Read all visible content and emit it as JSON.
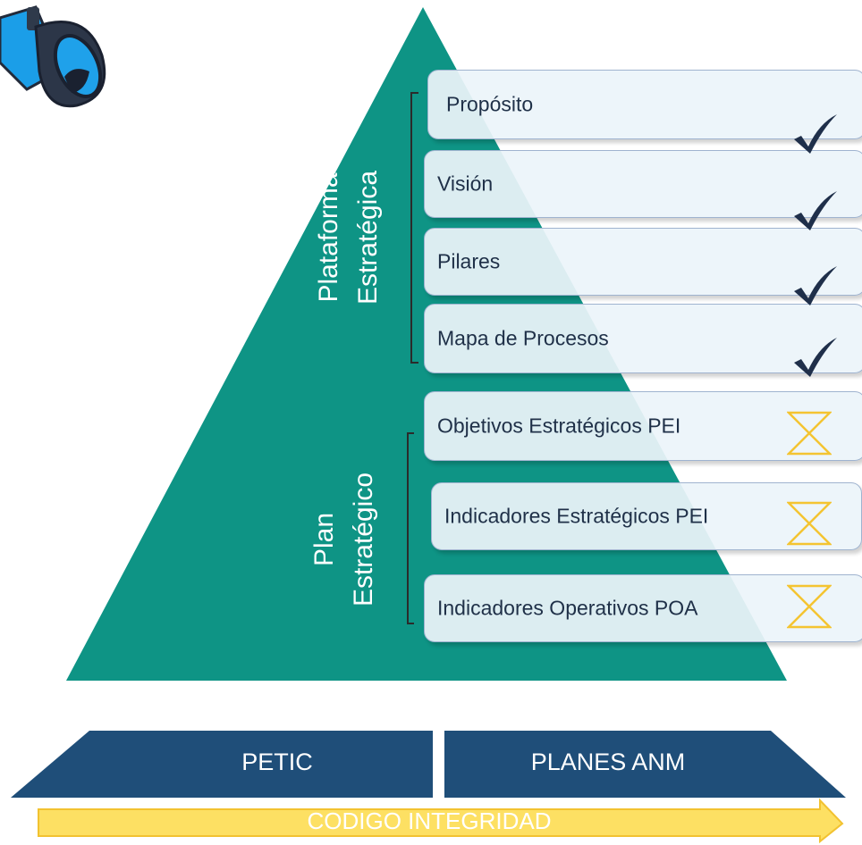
{
  "pyramid": {
    "color": "#0e9485",
    "group_top_label": "Plataforma Estratégica",
    "group_bottom_label": "Plan Estratégico"
  },
  "items": [
    {
      "label": "Propósito",
      "status": "check"
    },
    {
      "label": "Visión",
      "status": "check"
    },
    {
      "label": "Pilares",
      "status": "check"
    },
    {
      "label": "Mapa de Procesos",
      "status": "check"
    },
    {
      "label": "Objetivos Estratégicos PEI",
      "status": "pending"
    },
    {
      "label": "Indicadores Estratégicos PEI",
      "status": "pending"
    },
    {
      "label": "Indicadores Operativos POA",
      "status": "pending"
    }
  ],
  "base": {
    "left_label": "PETIC",
    "right_label": "PLANES ANM",
    "color": "#1f4e79"
  },
  "arrow": {
    "label": "CODIGO INTEGRIDAD",
    "color": "#fde063"
  },
  "icons": {
    "telescope": "telescope-icon",
    "check": "check-icon",
    "hourglass": "hourglass-icon"
  },
  "colors": {
    "check": "#1f2f4a",
    "hourglass": "#f4c431"
  }
}
